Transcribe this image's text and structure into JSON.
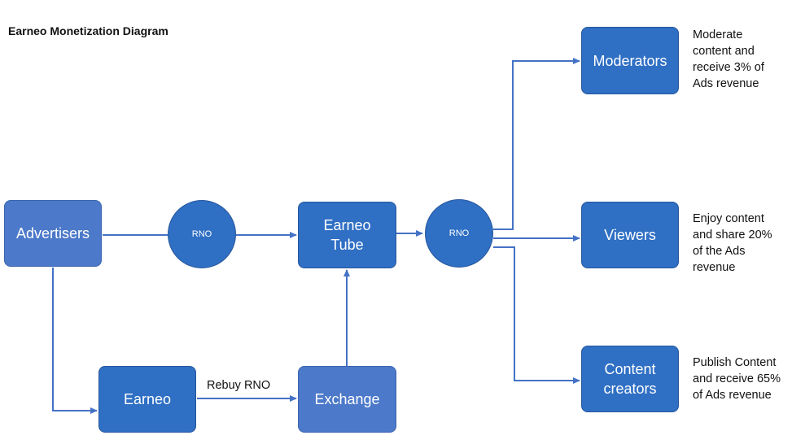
{
  "title": "Earneo Monetization Diagram",
  "nodes": {
    "advertisers": "Advertisers",
    "rno_left": "RNO",
    "earneo_tube": "Earneo\nTube",
    "rno_right": "RNO",
    "moderators": "Moderators",
    "viewers": "Viewers",
    "content_creators": "Content\ncreators",
    "earneo": "Earneo",
    "exchange": "Exchange"
  },
  "edge_labels": {
    "rebuy": "Rebuy RNO"
  },
  "notes": {
    "moderators": "Moderate\ncontent and\nreceive 3% of\nAds revenue",
    "viewers": "Enjoy content\nand share 20%\nof the Ads\nrevenue",
    "content_creators": "Publish Content\nand receive 65%\nof Ads revenue"
  },
  "colors": {
    "node_fill": "#2f6fc4",
    "node_fill_light": "#4c79c9",
    "connector": "#4472c4"
  }
}
